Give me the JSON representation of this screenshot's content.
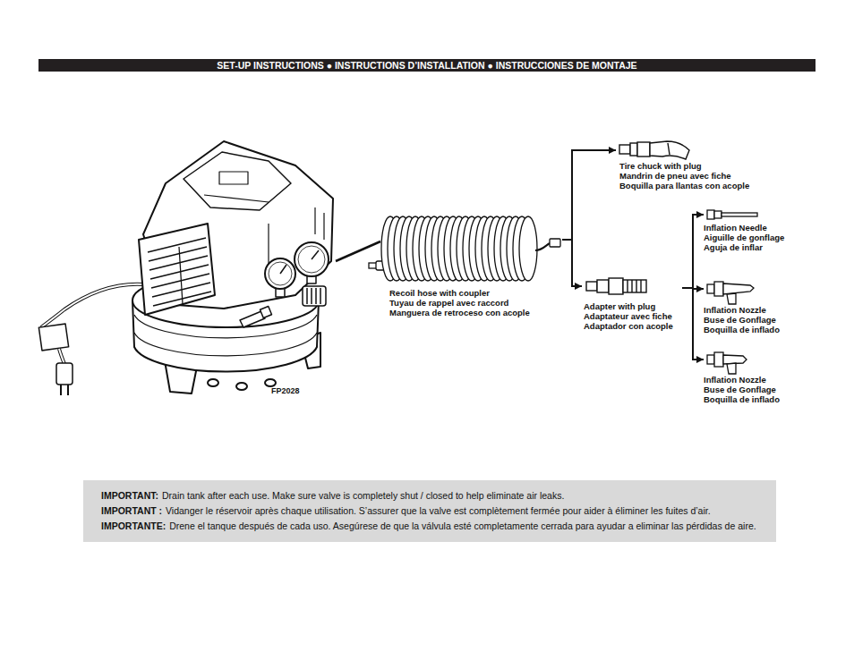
{
  "diagram": {
    "title": "SET-UP INSTRUCTIONS ● INSTRUCTIONS D’INSTALLATION ● INSTRUCCIONES DE MONTAJE",
    "nodes": [
      {
        "text": [
          "FP2028"
        ]
      },
      {
        "text": [
          "Recoil hose with coupler",
          "Tuyau de rappel avec raccord",
          "Manguera de retroceso con acople"
        ]
      },
      {
        "text": [
          "Tire chuck with plug",
          "Mandrin de pneu avec fiche",
          "Boquilla para llantas con acople"
        ]
      },
      {
        "text": [
          "Adapter with plug",
          "Adaptateur avec fiche",
          "Adaptador con acople"
        ]
      },
      {
        "text": [
          "Inflation Needle",
          "Aiguille de gonflage",
          "Aguja de inflar"
        ]
      },
      {
        "text": [
          "Inflation Nozzle",
          "Buse de Gonflage",
          "Boquilla de inflado"
        ]
      },
      {
        "text": [
          "Inflation Nozzle",
          "Buse de Gonflage",
          "Boquilla de inflado"
        ]
      },
      {
        "text": [
          "IMPORTANT:",
          "Drain tank after each use. Make sure valve is completely shut / closed to help eliminate air leaks.",
          "IMPORTANT :",
          "Vidanger le réservoir après chaque utilisation. S’assurer que la valve est complètement fermée pour aider à éliminer les fuites d’air.",
          "IMPORTANTE:",
          "Drene el tanque después de cada uso. Asegúrese de que la válvula esté completamente cerrada para ayudar a eliminar las pérdidas de aire."
        ]
      }
    ],
    "edges": [
      {
        "from": 0,
        "to": 1,
        "arrow": "none"
      },
      {
        "from": 1,
        "to": 2,
        "arrow": "to"
      },
      {
        "from": 1,
        "to": 3,
        "arrow": "to"
      },
      {
        "from": 3,
        "to": 4,
        "arrow": "to"
      },
      {
        "from": 3,
        "to": 5,
        "arrow": "to"
      },
      {
        "from": 3,
        "to": 6,
        "arrow": "to"
      }
    ]
  }
}
